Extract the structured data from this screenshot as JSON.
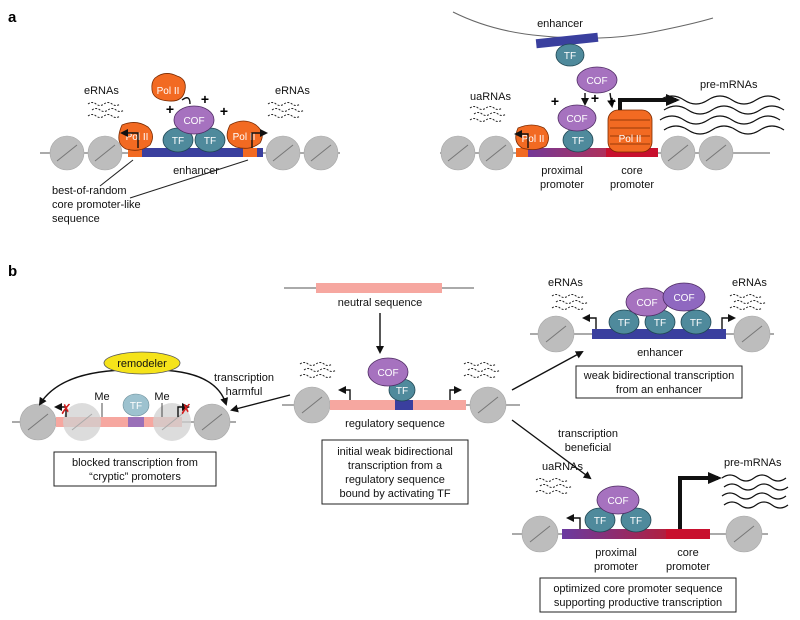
{
  "panel_a": {
    "label": "a",
    "left": {
      "erna_left": "eRNAs",
      "erna_right": "eRNAs",
      "pol_top": "Pol II",
      "pol_left": "Pol II",
      "pol_right": "Pol II",
      "cof": "COF",
      "tf1": "TF",
      "tf2": "TF",
      "plus": "+",
      "enhancer": "enhancer",
      "note_line1": "best-of-random",
      "note_line2": "core promoter-like",
      "note_line3": "sequence"
    },
    "right": {
      "enhancer": "enhancer",
      "tf_top": "TF",
      "cof_top": "COF",
      "cof": "COF",
      "tf": "TF",
      "pol_left": "Pol II",
      "pol_core": "Pol II",
      "uarnas": "uaRNAs",
      "pre_mrnas": "pre-mRNAs",
      "plus": "+",
      "proximal_1": "proximal",
      "proximal_2": "promoter",
      "core_1": "core",
      "core_2": "promoter"
    }
  },
  "panel_b": {
    "label": "b",
    "neutral": "neutral sequence",
    "regulatory": "regulatory sequence",
    "cof": "COF",
    "tf": "TF",
    "center_box": [
      "initial weak bidirectional",
      "transcription from  a",
      "regulatory sequence",
      "bound by activating TF"
    ],
    "harmful": "transcription harmful",
    "harmful_lines": [
      "transcription",
      "harmful"
    ],
    "beneficial_lines": [
      "transcription",
      "beneficial"
    ],
    "left": {
      "remodeler": "remodeler",
      "me1": "Me",
      "me2": "Me",
      "tf": "TF",
      "box": [
        "blocked transcription from",
        "“cryptic” promoters"
      ]
    },
    "top_right": {
      "erna_left": "eRNAs",
      "erna_right": "eRNAs",
      "cof1": "COF",
      "cof2": "COF",
      "tf1": "TF",
      "tf2": "TF",
      "tf3": "TF",
      "enhancer": "enhancer",
      "box": [
        "weak bidirectional transcription",
        "from an enhancer"
      ]
    },
    "bottom_right": {
      "uarnas": "uaRNAs",
      "pre_mrnas": "pre-mRNAs",
      "cof": "COF",
      "tf1": "TF",
      "tf2": "TF",
      "proximal_1": "proximal",
      "proximal_2": "promoter",
      "core_1": "core",
      "core_2": "promoter",
      "box": [
        "optimized core promoter sequence",
        "supporting productive transcription"
      ]
    }
  },
  "colors": {
    "tf": "#4f8a9c",
    "cof": "#a672bf",
    "pol2": "#f26a22",
    "enhancer": "#3a3f9e",
    "core_promoter": "#c8102e",
    "neutral": "#f6a7a0",
    "remodeler": "#f5e31a"
  }
}
